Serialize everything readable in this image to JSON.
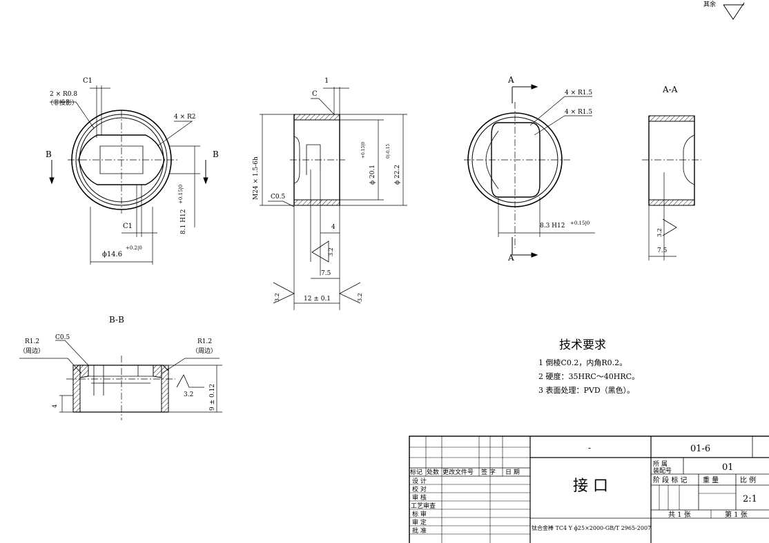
{
  "surface_roughness_note": "其余",
  "views": {
    "section_bb_label": "B-B",
    "section_aa_label": "A-A",
    "cut_b": "B",
    "cut_a": "A"
  },
  "dims": {
    "c1_top": "C1",
    "r08": "2 × R0.8",
    "r08_note": "（非投影）",
    "r2": "4 × R2",
    "h12_81": "8.1 H12",
    "h12_81_tol": "+0.15|0",
    "c1_bottom": "C1",
    "d146": "ϕ14.6",
    "d146_tol": "+0.2|0",
    "one": "1",
    "c": "C",
    "thread": "M24 × 1.5-6h",
    "c05": "C0.5",
    "d201": "ϕ 20.1",
    "d201_tol": "+0.15|0",
    "d222": "ϕ 22.2",
    "d222_tol": "0|-0.15",
    "four": "4",
    "rough32": "3.2",
    "seven5": "7.5",
    "twelve": "12 ± 0.1",
    "r15a": "4 × R1.5",
    "r15b": "4 × R1.5",
    "h12_83": "8.3 H12",
    "h12_83_tol": "+0.15|0",
    "aa_rough": "3.2",
    "aa_75": "7.5",
    "bb_r12_left": "R1.2",
    "bb_note_left": "（周边）",
    "bb_c05": "C0.5",
    "bb_r12_right": "R1.2",
    "bb_note_right": "（周边）",
    "bb_4": "4",
    "bb_rough": "3.2",
    "bb_9": "9 ± 0.12"
  },
  "tech_req": {
    "title": "技术要求",
    "items": [
      "1  倒棱C0.2，内角R0.2。",
      "2  硬度：35HRC～40HRC。",
      "3  表面处理：PVD（黑色）。"
    ]
  },
  "title_block": {
    "dash": "-",
    "drawing_no": "01-6",
    "part_name": "接  口",
    "assembly_label": "所  属\n装配号",
    "assembly_no": "01",
    "rev_headers": [
      "标记",
      "处数",
      "更改文件号",
      "签 字",
      "日 期"
    ],
    "roles": [
      "设  计",
      "校  对",
      "审  核",
      "工艺审查",
      "标  审",
      "审  定",
      "批  准"
    ],
    "stage_label": "阶 段 标 记",
    "weight_label": "重  量",
    "scale_label": "比 例",
    "scale": "2:1",
    "total_sheets": "共 1 张",
    "sheet_no": "第 1 张",
    "material": "钛合金棒 TC4 Y ϕ25×2000-GB/T 2965-2007"
  }
}
